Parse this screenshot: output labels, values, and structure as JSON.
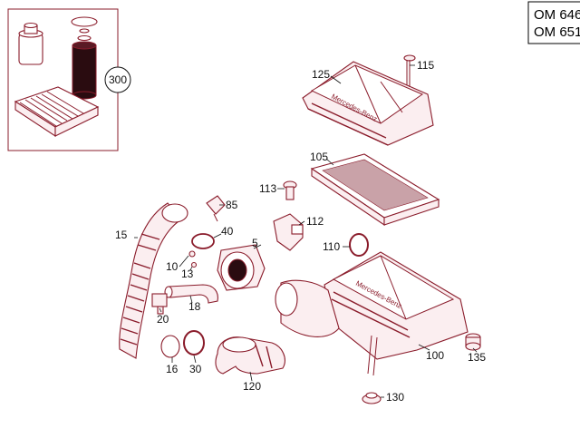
{
  "engine_box": {
    "lines": [
      "OM 646",
      "OM 651"
    ]
  },
  "kit_label": "300",
  "parts": [
    {
      "key": "125",
      "label": "125"
    },
    {
      "key": "115",
      "label": "115"
    },
    {
      "key": "105",
      "label": "105"
    },
    {
      "key": "113",
      "label": "113"
    },
    {
      "key": "85",
      "label": "85"
    },
    {
      "key": "15",
      "label": "15"
    },
    {
      "key": "40",
      "label": "40"
    },
    {
      "key": "112",
      "label": "112"
    },
    {
      "key": "5",
      "label": "5"
    },
    {
      "key": "110",
      "label": "110"
    },
    {
      "key": "10",
      "label": "10"
    },
    {
      "key": "13",
      "label": "13"
    },
    {
      "key": "18",
      "label": "18"
    },
    {
      "key": "20",
      "label": "20"
    },
    {
      "key": "16",
      "label": "16"
    },
    {
      "key": "30",
      "label": "30"
    },
    {
      "key": "120",
      "label": "120"
    },
    {
      "key": "100",
      "label": "100"
    },
    {
      "key": "135",
      "label": "135"
    },
    {
      "key": "130",
      "label": "130"
    }
  ],
  "brand_text": "Mercedes-Benz",
  "colors": {
    "line": "#8a1c2b",
    "fill": "#fbeef0",
    "text": "#111111"
  }
}
